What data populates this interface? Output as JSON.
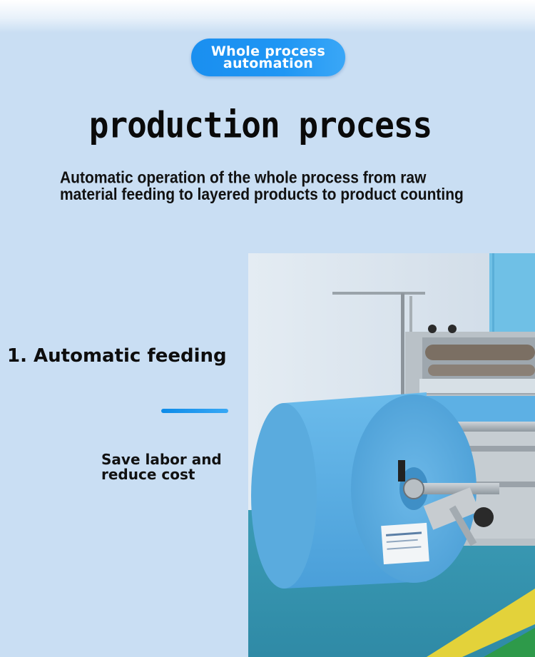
{
  "badge": {
    "line1": "Whole process",
    "line2": "automation"
  },
  "title": "production process",
  "subtitle": {
    "line1": "Automatic operation of the whole process from raw",
    "line2": "material feeding to layered products to product counting"
  },
  "feature": {
    "heading": "1. Automatic feeding",
    "benefit_line1": "Save labor and",
    "benefit_line2": "reduce cost"
  },
  "colors": {
    "background": "#c9def3",
    "accent": "#1a8ff0",
    "roll": "#5fb3e8"
  },
  "photo": {
    "subject": "machine-with-blue-nonwoven-roll"
  }
}
